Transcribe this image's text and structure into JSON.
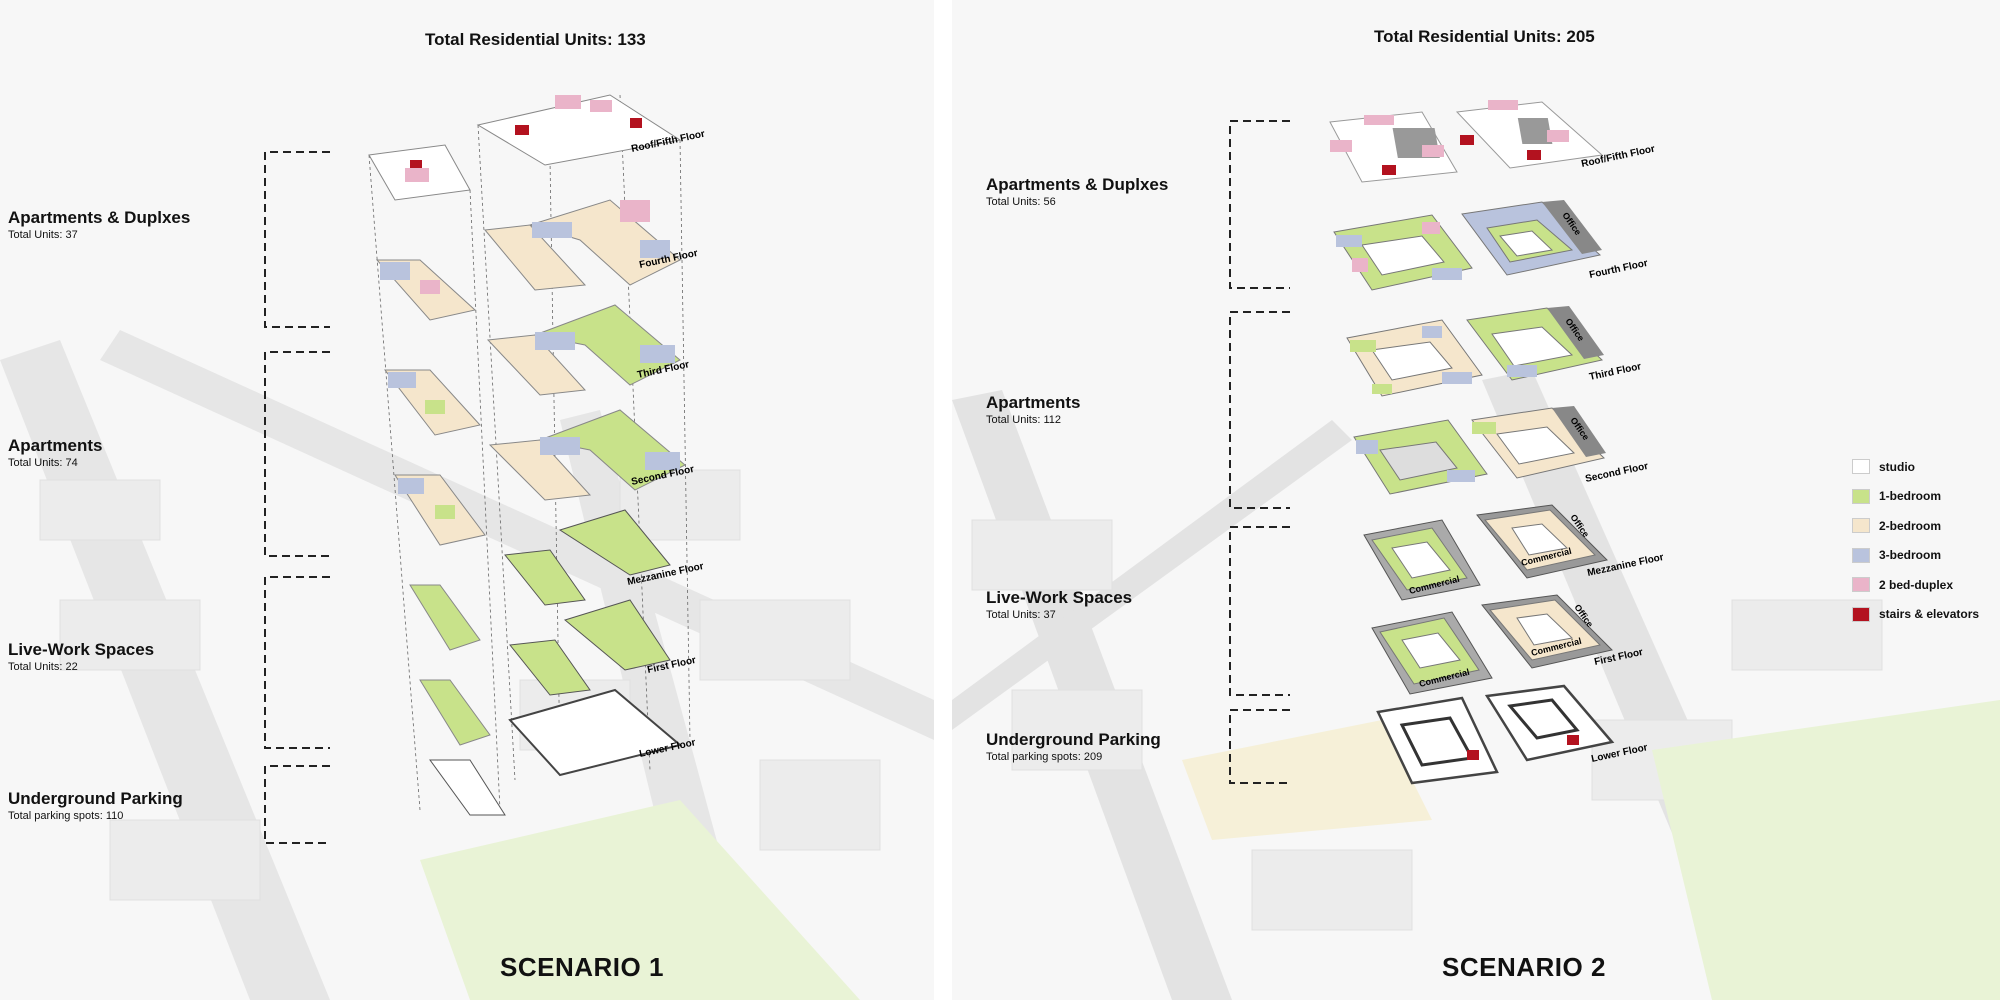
{
  "scenario1": {
    "total_label": "Total Residential Units:  133",
    "scenario_label": "SCENARIO 1",
    "sections": [
      {
        "name": "Apartments & Duplxes",
        "sub": "Total Units: 37"
      },
      {
        "name": "Apartments",
        "sub": "Total Units: 74"
      },
      {
        "name": "Live-Work Spaces",
        "sub": "Total Units: 22"
      },
      {
        "name": "Underground Parking",
        "sub": "Total parking spots: 110"
      }
    ],
    "floors": [
      "Roof/Fifth Floor",
      "Fourth Floor",
      "Third Floor",
      "Second Floor",
      "Mezzanine Floor",
      "First Floor",
      "Lower Floor"
    ]
  },
  "scenario2": {
    "total_label": "Total Residential Units:  205",
    "scenario_label": "SCENARIO 2",
    "sections": [
      {
        "name": "Apartments & Duplxes",
        "sub": "Total Units: 56"
      },
      {
        "name": "Apartments",
        "sub": "Total Units: 112"
      },
      {
        "name": "Live-Work Spaces",
        "sub": "Total Units: 37"
      },
      {
        "name": "Underground Parking",
        "sub": "Total parking spots: 209"
      }
    ],
    "floors": [
      "Roof/Fifth Floor",
      "Fourth Floor",
      "Third Floor",
      "Second Floor",
      "Mezzanine Floor",
      "First Floor",
      "Lower Floor"
    ],
    "tags": {
      "office": "Office",
      "commercial": "Commercial"
    }
  },
  "legend": [
    {
      "label": "studio",
      "color": "#ffffff"
    },
    {
      "label": "1-bedroom",
      "color": "#c8e28a"
    },
    {
      "label": "2-bedroom",
      "color": "#f5e6cc"
    },
    {
      "label": "3-bedroom",
      "color": "#b9c3dd"
    },
    {
      "label": "2 bed-duplex",
      "color": "#eab4c9"
    },
    {
      "label": "stairs & elevators",
      "color": "#b3121f"
    }
  ]
}
